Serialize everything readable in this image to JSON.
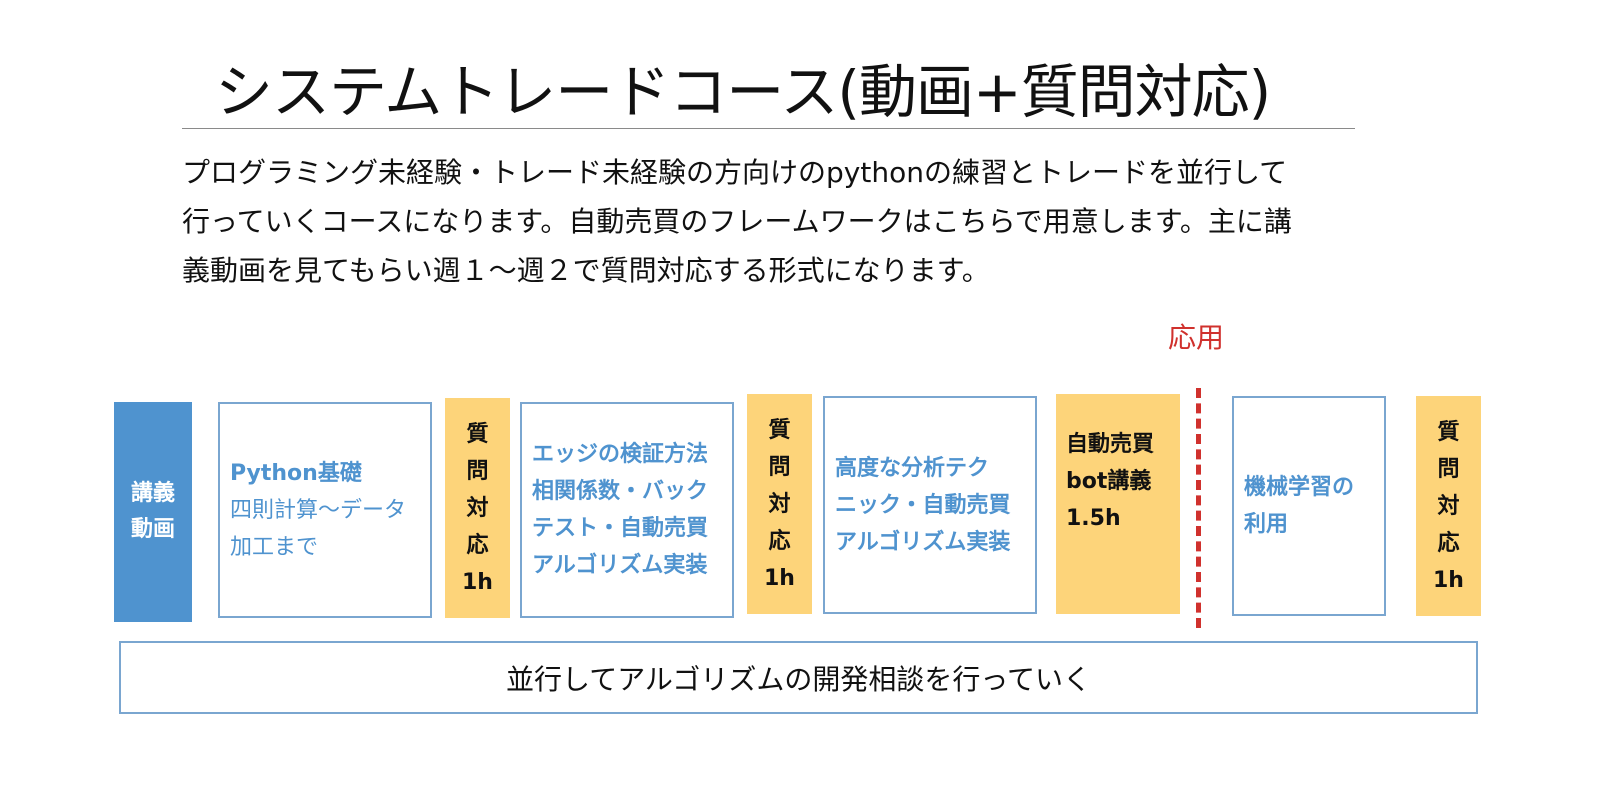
{
  "title": "システムトレードコース(動画+質問対応)",
  "intro": {
    "line1": "プログラミング未経験・トレード未経験の方向けのpythonの練習とトレードを並行して",
    "line2": "行っていくコースになります。自動売買のフレームワークはこちらで用意します。主に講",
    "line3": "義動画を見てもらい週１〜週２で質問対応する形式になります。"
  },
  "phase_label": "応用",
  "lecture": {
    "line1": "講義",
    "line2": "動画"
  },
  "topics": [
    {
      "title": "Python基礎",
      "line2": "四則計算〜データ",
      "line3": "加工まで"
    },
    {
      "line1": "エッジの検証方法",
      "line2": "相関係数・バック",
      "line3": "テスト・自動売買",
      "line4": "アルゴリズム実装"
    },
    {
      "line1": "高度な分析テク",
      "line2": "ニック・自動売買",
      "line3": "アルゴリズム実装"
    },
    {
      "line1": "機械学習の",
      "line2": "利用"
    }
  ],
  "qa": {
    "chars": [
      "質",
      "問",
      "対",
      "応"
    ],
    "duration": "1h"
  },
  "bot": {
    "line1": "自動売買",
    "line2": "bot講義",
    "line3": "1.5h"
  },
  "bottom_bar": "並行してアルゴリズムの開発相談を行っていく",
  "colors": {
    "lecture_blue": "#4f93cf",
    "qa_yellow": "#fdd47a",
    "divider_red": "#d0312d"
  }
}
